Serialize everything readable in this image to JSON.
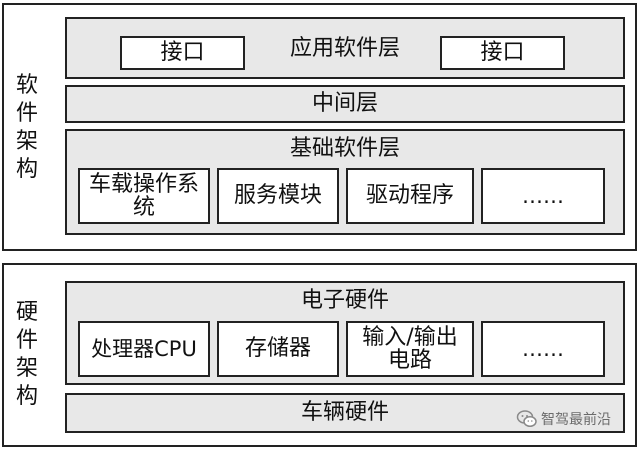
{
  "software": {
    "side_label": "软件架构",
    "application_layer": {
      "title": "应用软件层",
      "interface_left": "接口",
      "interface_right": "接口"
    },
    "middle_layer": "中间层",
    "base_layer": {
      "title": "基础软件层",
      "modules": [
        "车载操作系统",
        "服务模块",
        "驱动程序",
        "……"
      ]
    }
  },
  "hardware": {
    "side_label": "硬件架构",
    "electronic_hardware": {
      "title": "电子硬件",
      "components": [
        "处理器CPU",
        "存储器",
        "输入/输出电路",
        "……"
      ]
    },
    "vehicle_hardware": "车辆硬件"
  },
  "watermark": {
    "text": "智驾最前沿",
    "icon": "wechat-icon"
  }
}
